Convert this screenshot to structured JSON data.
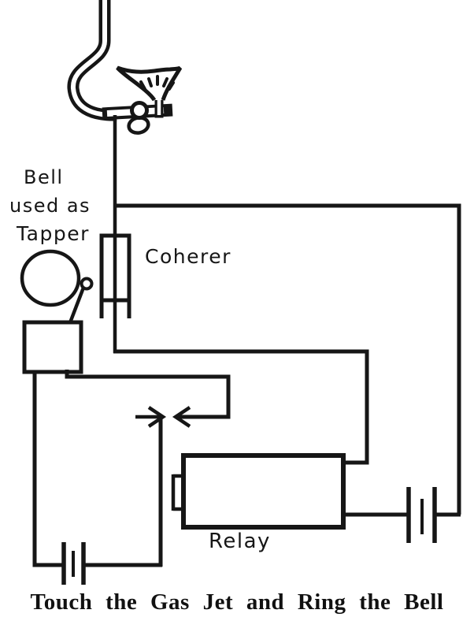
{
  "figure": {
    "type": "circuit-diagram-engraving",
    "caption": "Touch the Gas Jet and Ring the Bell",
    "labels": {
      "bell_line_1": "Bell",
      "bell_line_2": "used as",
      "bell_line_3": "Tapper",
      "coherer": "Coherer",
      "relay": "Relay"
    },
    "icons": {
      "gas_supply_pipe": "gas-supply-pipe",
      "gas_valve": "gas-valve",
      "gas_jet_flame": "gas-jet-flame",
      "antenna_wire": "antenna-wire",
      "coherer_tube": "coherer-tube",
      "bell_gong": "bell-gong",
      "bell_clapper": "bell-clapper",
      "tapper_electromagnet": "tapper-electromagnet-box",
      "relay_coil": "relay-coil-box",
      "battery_left": "battery-tapper-circuit",
      "battery_right": "battery-relay-circuit",
      "relay_contacts": "relay-contact-arrows"
    },
    "colors": {
      "ink": "#161616",
      "paper": "#ffffff"
    }
  }
}
